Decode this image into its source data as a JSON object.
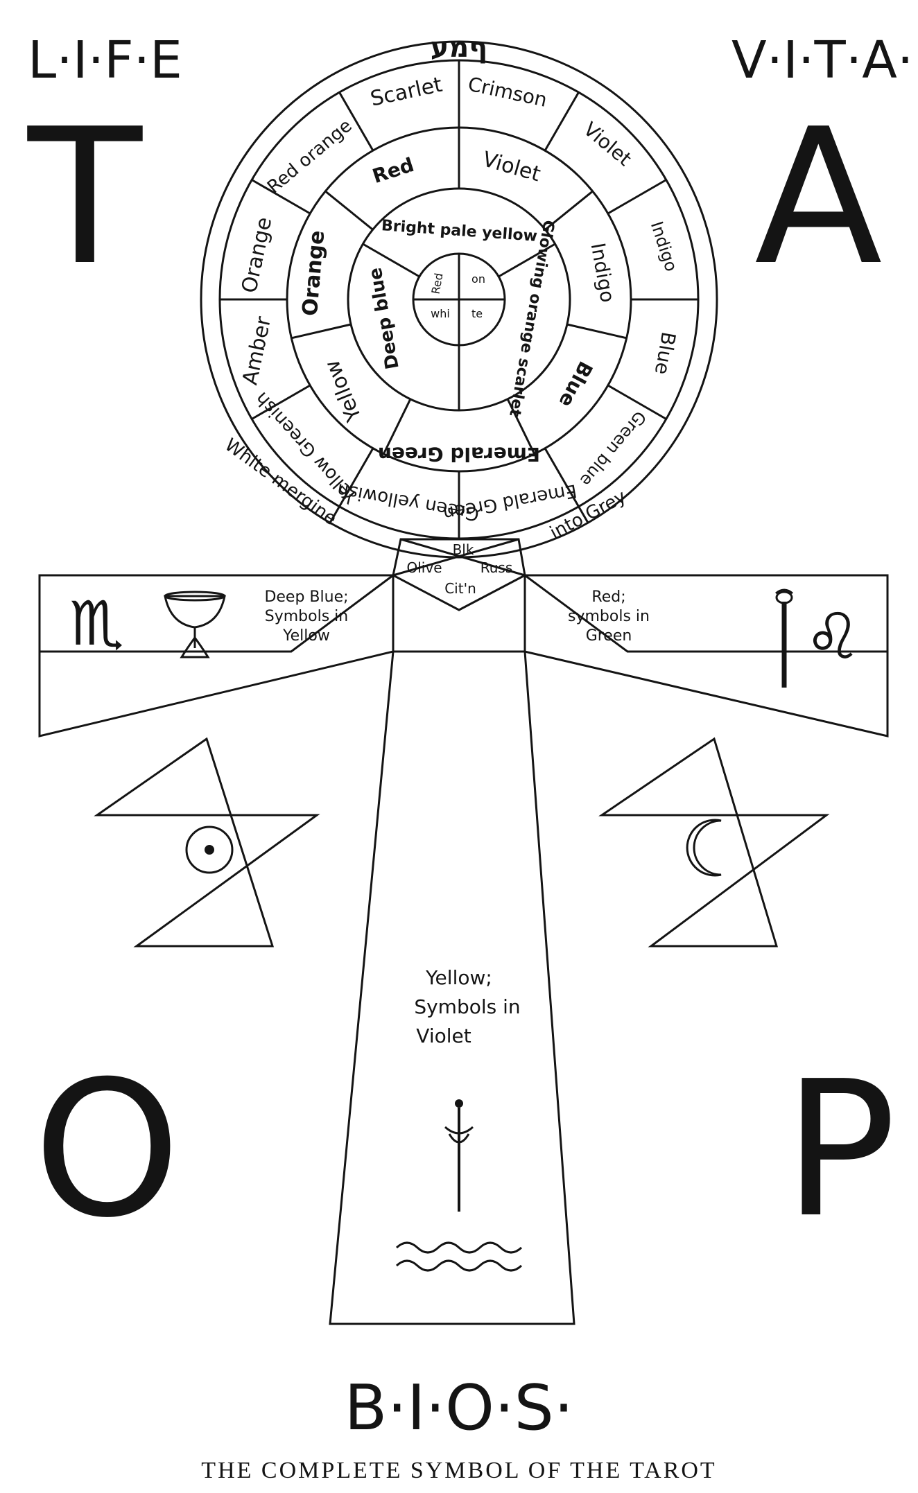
{
  "corner_words": {
    "life": "L·I·F·E",
    "vita": "V·I·T·A·",
    "bios": "B·I·O·S·"
  },
  "letters": {
    "t": "T",
    "a": "A",
    "o": "O",
    "p": "P"
  },
  "top_hebrew": "ףמע",
  "wheel": {
    "outer_ring": [
      "Scarlet",
      "Crimson",
      "Violet",
      "Indigo",
      "Blue",
      "Green blue",
      "Emerald Green",
      "Green yellowish",
      "Yellow Greenish",
      "Amber",
      "Orange",
      "Red orange"
    ],
    "middle_ring": [
      "Red",
      "Violet",
      "Indigo",
      "Blue",
      "Emerald Green",
      "Yellow",
      "Orange"
    ],
    "inner_ring": [
      "Bright pale yellow",
      "Glowing orange scarlet",
      "Deep blue"
    ],
    "center": [
      "Red",
      "on",
      "whi",
      "te"
    ],
    "lower_band_left": "White mergine",
    "lower_band_right": "into Grey"
  },
  "crossing": [
    "Blk",
    "Olive",
    "Russ",
    "Cit'n"
  ],
  "left_arm": {
    "text": [
      "Deep Blue;",
      "Symbols in",
      "Yellow"
    ],
    "sign": "♏",
    "cup_icon": "cup-icon"
  },
  "right_arm": {
    "text": [
      "Red;",
      "symbols in",
      "Green"
    ],
    "sign": "♌",
    "wand_icon": "wand-icon"
  },
  "shaft": {
    "text": [
      "Yellow;",
      "Symbols in",
      "Violet"
    ],
    "dagger_icon": "dagger-icon",
    "water_icon": "water-waves-icon"
  },
  "pentagrams": {
    "left_symbol": "sun-icon",
    "right_symbol": "moon-icon"
  },
  "caption": "THE COMPLETE SYMBOL OF THE TAROT"
}
